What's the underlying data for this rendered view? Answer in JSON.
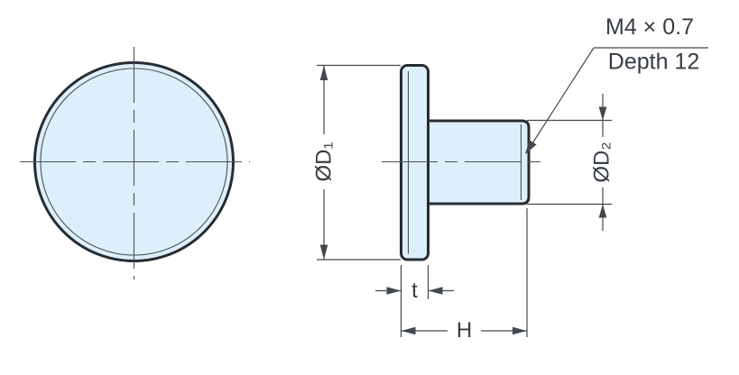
{
  "drawing": {
    "callout": {
      "line1": "M4 × 0.7",
      "line2": "Depth 12"
    },
    "dimensions": {
      "d1": "ØD₁",
      "d2": "ØD₂",
      "t": "t",
      "h": "H"
    },
    "colors": {
      "background": "#ffffff",
      "part_fill": "#ddeffa",
      "part_outline": "#272c33",
      "thin_line": "#4b5157",
      "dimension_line": "#43484e",
      "text": "#373d44"
    }
  }
}
